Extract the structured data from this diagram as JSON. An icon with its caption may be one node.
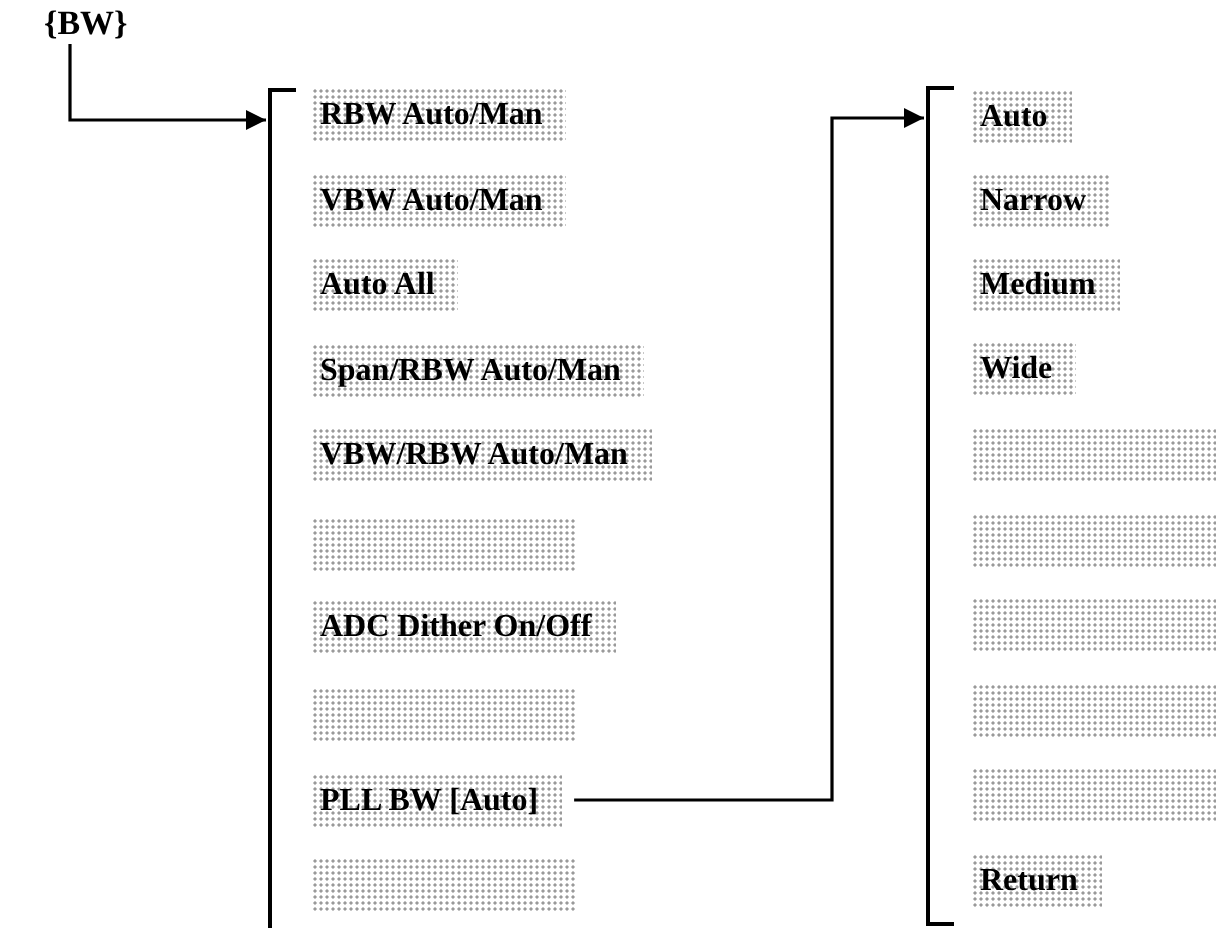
{
  "diagram": {
    "nodes": [
      {
        "text": [
          "{BW}"
        ]
      },
      {
        "text": [],
        "shape": "bracket"
      },
      {
        "text": [
          "RBW Auto/Man"
        ],
        "in": 1
      },
      {
        "text": [
          "VBW Auto/Man"
        ],
        "in": 1
      },
      {
        "text": [
          "Auto All"
        ],
        "in": 1
      },
      {
        "text": [
          "Span/RBW Auto/Man"
        ],
        "in": 1
      },
      {
        "text": [
          "VBW/RBW Auto/Man"
        ],
        "in": 1
      },
      {
        "text": [],
        "shape": "box",
        "in": 1
      },
      {
        "text": [
          "ADC Dither On/Off"
        ],
        "in": 1
      },
      {
        "text": [],
        "shape": "box",
        "in": 1
      },
      {
        "text": [
          "PLL BW [Auto]"
        ],
        "in": 1
      },
      {
        "text": [],
        "shape": "box",
        "in": 1
      },
      {
        "text": [],
        "shape": "bracket"
      },
      {
        "text": [
          "Auto"
        ],
        "in": 12
      },
      {
        "text": [
          "Narrow"
        ],
        "in": 12
      },
      {
        "text": [
          "Medium"
        ],
        "in": 12
      },
      {
        "text": [
          "Wide"
        ],
        "in": 12
      },
      {
        "text": [],
        "shape": "box",
        "in": 12
      },
      {
        "text": [],
        "shape": "box",
        "in": 12
      },
      {
        "text": [],
        "shape": "box",
        "in": 12
      },
      {
        "text": [],
        "shape": "box",
        "in": 12
      },
      {
        "text": [],
        "shape": "box",
        "in": 12
      },
      {
        "text": [
          "Return"
        ],
        "in": 12
      }
    ],
    "edges": [
      {
        "from": 0,
        "to": 1,
        "arrow": "to"
      },
      {
        "from": 10,
        "to": 12,
        "arrow": "to"
      }
    ]
  }
}
